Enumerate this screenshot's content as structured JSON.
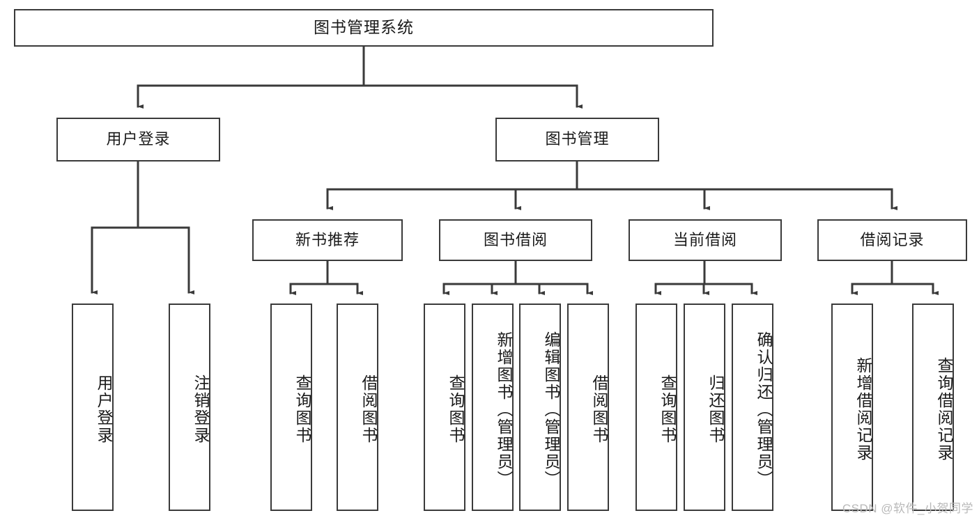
{
  "diagram": {
    "title": "图书管理系统",
    "type": "tree-hierarchy-chart",
    "watermark": "CSDN @软件_小贺同学",
    "colors": {
      "box_border": "#3a3a3a",
      "box_fill": "#ffffff",
      "connector": "#3a3a3a",
      "text": "#1a1a1a",
      "watermark": "#b9b9b9",
      "background": "#ffffff"
    },
    "levels": {
      "level1": [
        {
          "id": "root",
          "label": "图书管理系统",
          "orientation": "horizontal"
        }
      ],
      "level2": [
        {
          "id": "user-login",
          "label": "用户登录",
          "orientation": "horizontal"
        },
        {
          "id": "book-manage",
          "label": "图书管理",
          "orientation": "horizontal"
        }
      ],
      "level3": [
        {
          "id": "new-book-recommend",
          "label": "新书推荐",
          "orientation": "horizontal"
        },
        {
          "id": "book-borrow",
          "label": "图书借阅",
          "orientation": "horizontal"
        },
        {
          "id": "current-borrow",
          "label": "当前借阅",
          "orientation": "horizontal"
        },
        {
          "id": "borrow-record",
          "label": "借阅记录",
          "orientation": "horizontal"
        }
      ],
      "level4": [
        {
          "id": "leaf-1",
          "label": "用户登录",
          "parent": "user-login",
          "orientation": "vertical"
        },
        {
          "id": "leaf-2",
          "label": "注销登录",
          "parent": "user-login",
          "orientation": "vertical"
        },
        {
          "id": "leaf-3",
          "label": "查询图书",
          "parent": "new-book-recommend",
          "orientation": "vertical"
        },
        {
          "id": "leaf-4",
          "label": "借阅图书",
          "parent": "new-book-recommend",
          "orientation": "vertical"
        },
        {
          "id": "leaf-5",
          "label": "查询图书",
          "parent": "book-borrow",
          "orientation": "vertical"
        },
        {
          "id": "leaf-6",
          "label": "新增图书（管理员）",
          "parent": "book-borrow",
          "orientation": "vertical"
        },
        {
          "id": "leaf-7",
          "label": "编辑图书（管理员）",
          "parent": "book-borrow",
          "orientation": "vertical"
        },
        {
          "id": "leaf-8",
          "label": "借阅图书",
          "parent": "book-borrow",
          "orientation": "vertical"
        },
        {
          "id": "leaf-9",
          "label": "查询图书",
          "parent": "current-borrow",
          "orientation": "vertical"
        },
        {
          "id": "leaf-10",
          "label": "归还图书",
          "parent": "current-borrow",
          "orientation": "vertical"
        },
        {
          "id": "leaf-11",
          "label": "确认归还（管理员）",
          "parent": "current-borrow",
          "orientation": "vertical"
        },
        {
          "id": "leaf-12",
          "label": "新增借阅记录",
          "parent": "borrow-record",
          "orientation": "vertical"
        },
        {
          "id": "leaf-13",
          "label": "查询借阅记录",
          "parent": "borrow-record",
          "orientation": "vertical"
        }
      ]
    }
  }
}
